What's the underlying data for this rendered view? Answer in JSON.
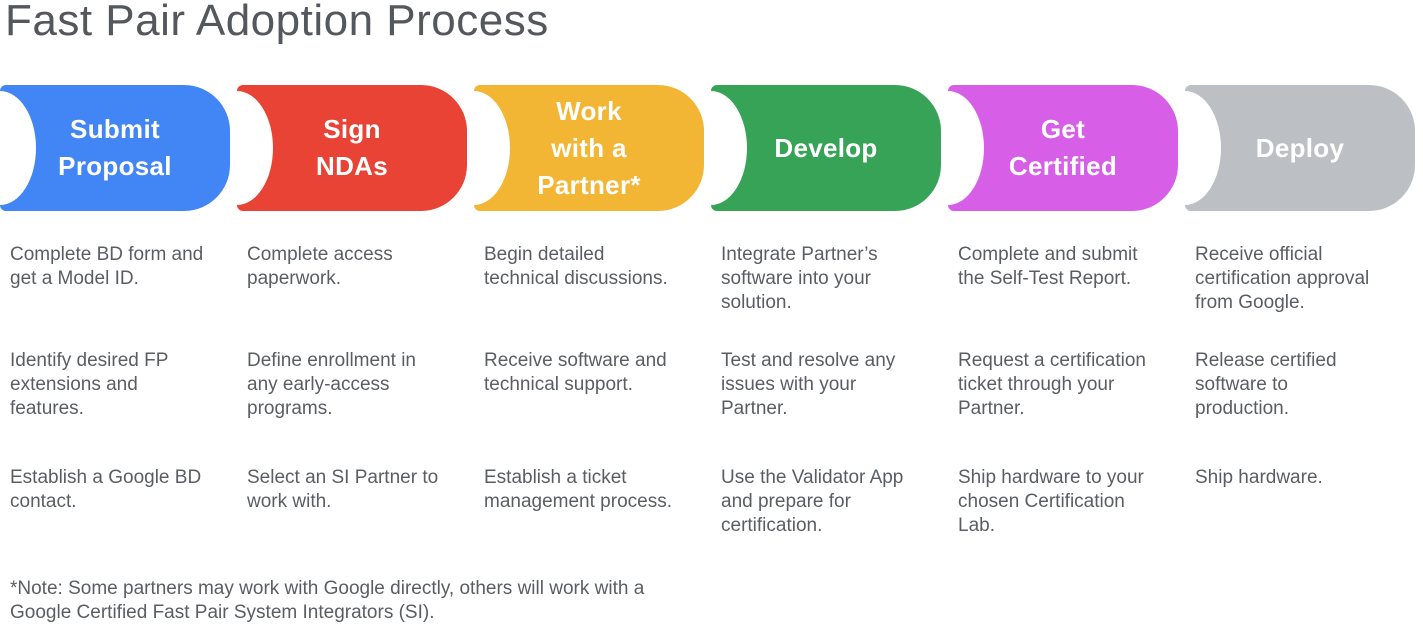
{
  "title": "Fast Pair Adoption Process",
  "stages": [
    {
      "label": "Submit\nProposal",
      "color": "#4285F4",
      "steps": [
        "Complete BD form and\nget a Model ID.",
        "Identify desired FP\nextensions and\nfeatures.",
        "Establish a Google BD\ncontact."
      ]
    },
    {
      "label": "Sign\nNDAs",
      "color": "#E94335",
      "steps": [
        "Complete access\npaperwork.",
        "Define enrollment in\nany early-access\nprograms.",
        "Select an SI Partner to\nwork with."
      ]
    },
    {
      "label": "Work\nwith a\nPartner*",
      "color": "#F2B534",
      "steps": [
        "Begin detailed\ntechnical discussions.",
        "Receive software and\ntechnical support.",
        "Establish a ticket\nmanagement process."
      ]
    },
    {
      "label": "Develop",
      "color": "#37A357",
      "steps": [
        "Integrate Partner’s\nsoftware into your\nsolution.",
        "Test and resolve any\nissues with your\nPartner.",
        "Use the Validator App\nand prepare for\ncertification."
      ]
    },
    {
      "label": "Get\nCertified",
      "color": "#D75FE8",
      "steps": [
        "Complete and submit\nthe Self-Test Report.",
        "Request a certification\nticket through your\nPartner.",
        "Ship hardware to your\nchosen Certification\nLab."
      ]
    },
    {
      "label": "Deploy",
      "color": "#BCBFC4",
      "steps": [
        "Receive official\ncertification approval\nfrom Google.",
        "Release certified\nsoftware to\nproduction.",
        "Ship hardware."
      ]
    }
  ],
  "note": "*Note: Some partners may work with Google directly, others will work with a\nGoogle Certified Fast Pair System Integrators (SI)."
}
